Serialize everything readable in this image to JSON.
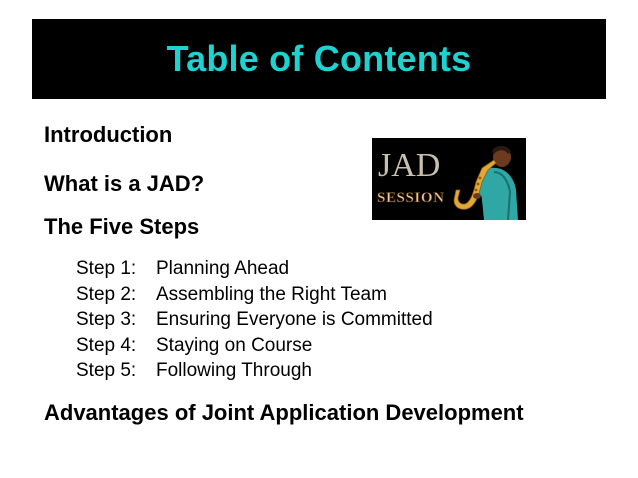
{
  "slide": {
    "title": "Table of Contents",
    "colors": {
      "title_bar": "#000000",
      "title_text": "#1ed2d2",
      "body_text": "#000000"
    },
    "items": [
      "Introduction",
      "What is a JAD?",
      "The Five Steps"
    ],
    "steps": [
      {
        "num": "Step 1:",
        "label": "Planning Ahead"
      },
      {
        "num": "Step 2:",
        "label": "Assembling the Right Team"
      },
      {
        "num": "Step 3:",
        "label": "Ensuring Everyone is Committed"
      },
      {
        "num": "Step 4:",
        "label": "Staying on Course"
      },
      {
        "num": "Step 5:",
        "label": "Following Through"
      }
    ],
    "final_item": "Advantages of Joint Application Development",
    "logo": {
      "icon": "jad-session-saxophonist-icon",
      "line1": "JAD",
      "line2": "SESSION"
    }
  }
}
